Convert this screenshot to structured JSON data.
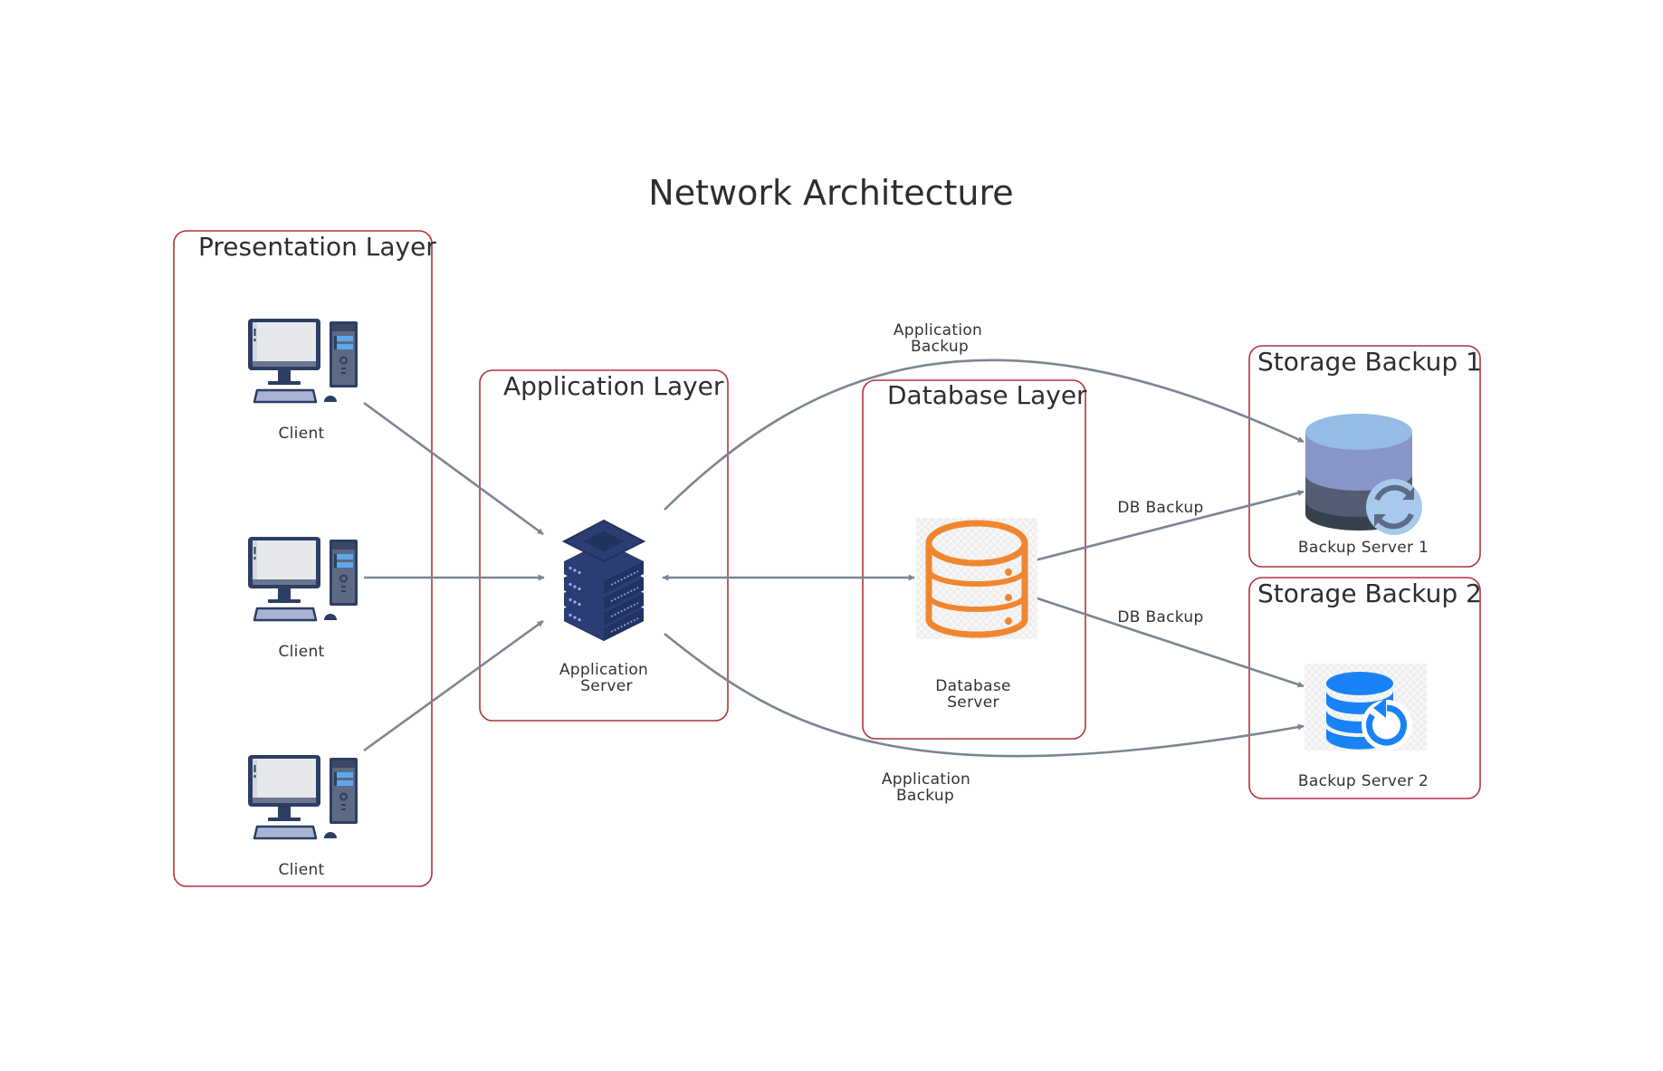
{
  "title": "Network Architecture",
  "groups": {
    "presentation": "Presentation Layer",
    "application": "Application Layer",
    "database": "Database Layer",
    "storage1": "Storage Backup 1",
    "storage2": "Storage Backup 2"
  },
  "nodes": {
    "client1": "Client",
    "client2": "Client",
    "client3": "Client",
    "app_server": [
      "Application",
      "Server"
    ],
    "db_server": [
      "Database",
      "Server"
    ],
    "backup1": "Backup Server 1",
    "backup2": "Backup Server 2"
  },
  "edges": {
    "app_backup_top": [
      "Application",
      "Backup"
    ],
    "app_backup_bottom": [
      "Application",
      "Backup"
    ],
    "db_backup_1": "DB Backup",
    "db_backup_2": "DB Backup"
  },
  "colors": {
    "group_border": "#b3313d",
    "edge": "#7b8592",
    "client_icon": "#2c3e63",
    "app_server_icon": "#2b3d73",
    "db_icon": "#f0862f",
    "backup1_icon": "#8ab4e0",
    "backup2_icon": "#1a82f7"
  },
  "icons": {
    "client": "desktop-computer-icon",
    "app_server": "server-stack-icon",
    "db_server": "database-icon",
    "backup1": "database-sync-icon",
    "backup2": "database-restore-icon"
  }
}
